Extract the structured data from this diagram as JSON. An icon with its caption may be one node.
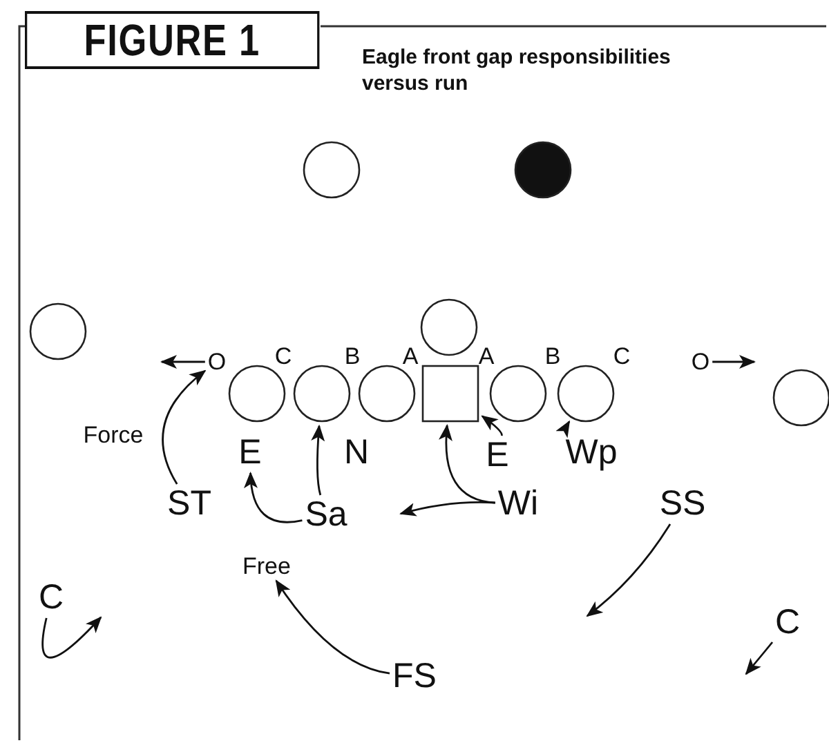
{
  "diagram": {
    "title": "FIGURE 1",
    "caption": "Eagle front gap responsibilities versus run",
    "nodes": [
      {
        "text": [],
        "shape": "circle"
      },
      {
        "text": [],
        "shape": "circle"
      },
      {
        "text": [],
        "shape": "circle"
      },
      {
        "text": [],
        "shape": "circle"
      },
      {
        "text": [
          "O"
        ]
      },
      {
        "text": [
          "C"
        ]
      },
      {
        "text": [
          "B"
        ]
      },
      {
        "text": [
          "A"
        ]
      },
      {
        "text": [
          "A"
        ]
      },
      {
        "text": [
          "B"
        ]
      },
      {
        "text": [
          "C"
        ]
      },
      {
        "text": [
          "O"
        ]
      },
      {
        "text": [],
        "shape": "circle"
      },
      {
        "text": [],
        "shape": "circle"
      },
      {
        "text": [],
        "shape": "circle"
      },
      {
        "text": [],
        "shape": "box"
      },
      {
        "text": [],
        "shape": "circle"
      },
      {
        "text": [],
        "shape": "circle"
      },
      {
        "text": [],
        "shape": "circle"
      },
      {
        "text": [
          "E"
        ]
      },
      {
        "text": [
          "N"
        ]
      },
      {
        "text": [
          "E"
        ]
      },
      {
        "text": [
          "Wp"
        ]
      },
      {
        "text": [
          "ST"
        ]
      },
      {
        "text": [
          "Sa"
        ]
      },
      {
        "text": [
          "Wi"
        ]
      },
      {
        "text": [
          "SS"
        ]
      },
      {
        "text": [
          "Free"
        ]
      },
      {
        "text": [
          "C"
        ]
      },
      {
        "text": [
          "C"
        ]
      },
      {
        "text": [
          "FS"
        ]
      }
    ],
    "edges": [
      {
        "from": 4,
        "to": null,
        "arrow": "to"
      },
      {
        "from": 11,
        "to": null,
        "arrow": "to"
      },
      {
        "from": 23,
        "to": 4,
        "arrow": "to",
        "label": "Force"
      },
      {
        "from": 24,
        "to": 19,
        "arrow": "to"
      },
      {
        "from": 24,
        "to": 13,
        "arrow": "to"
      },
      {
        "from": 25,
        "to": 15,
        "arrow": "to"
      },
      {
        "from": 25,
        "to": null,
        "arrow": "to"
      },
      {
        "from": 21,
        "to": 15,
        "arrow": "to"
      },
      {
        "from": 22,
        "to": 17,
        "arrow": "to"
      },
      {
        "from": 26,
        "to": null,
        "arrow": "to"
      },
      {
        "from": 28,
        "to": null,
        "arrow": "to"
      },
      {
        "from": 30,
        "to": 27,
        "arrow": "to"
      },
      {
        "from": 29,
        "to": null,
        "arrow": "to"
      }
    ]
  }
}
